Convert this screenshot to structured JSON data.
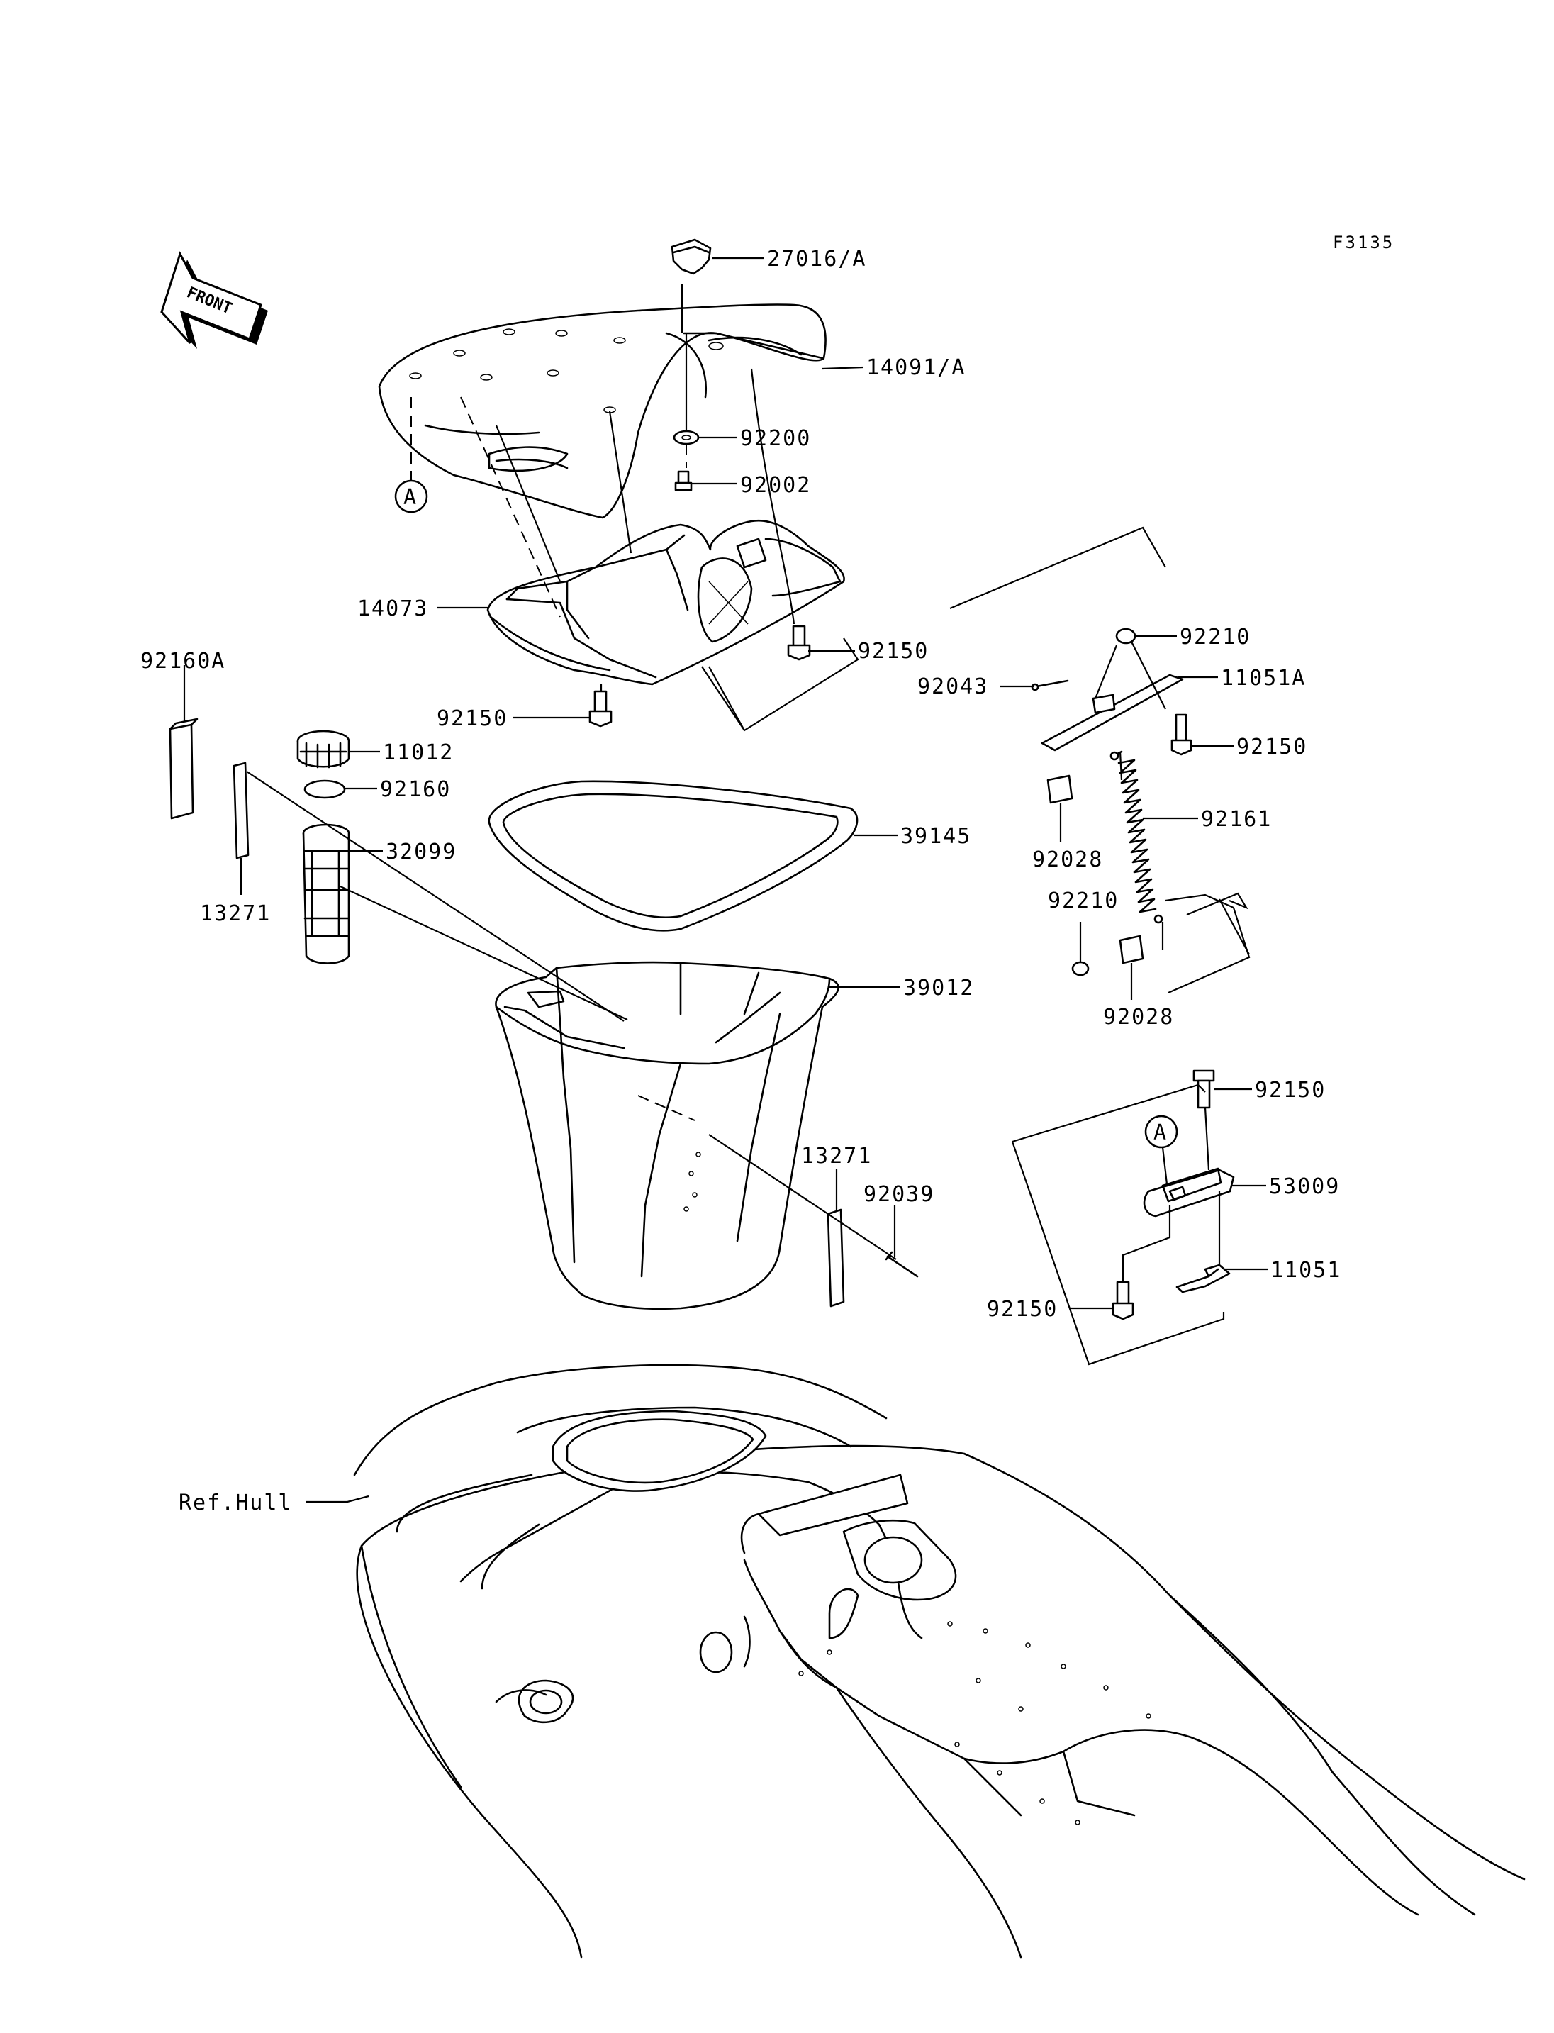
{
  "figure_code": "F3135",
  "front_marker": "FRONT",
  "ref_marker": "A",
  "parts": {
    "p27016A": "27016/A",
    "p14091A": "14091/A",
    "p92200": "92200",
    "p92002": "92002",
    "p14073": "14073",
    "p92150_seat": "92150",
    "p92150_left": "92150",
    "p92160A": "92160A",
    "p11012": "11012",
    "p92160": "92160",
    "p32099": "32099",
    "p13271_left": "13271",
    "p39145": "39145",
    "p39012": "39012",
    "p13271_right": "13271",
    "p92039": "92039",
    "p92210_top": "92210",
    "p92043": "92043",
    "p11051A": "11051A",
    "p92150_bracket": "92150",
    "p92161": "92161",
    "p92028_top": "92028",
    "p92210_mid": "92210",
    "p92028_bottom": "92028",
    "p92150_latch_top": "92150",
    "p53009": "53009",
    "p11051": "11051",
    "p92150_latch_bottom": "92150",
    "ref_hull": "Ref.Hull"
  }
}
